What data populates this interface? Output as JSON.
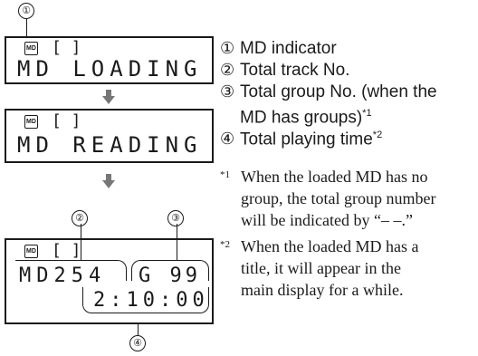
{
  "displays": [
    {
      "main_text": "MD LOADING",
      "indicator": "MD",
      "brackets": "[  ]"
    },
    {
      "main_text": "MD READING",
      "indicator": "MD",
      "brackets": "[  ]"
    },
    {
      "main_text": "MD254",
      "group_text": "G 99",
      "time_text": "2:10:00",
      "indicator": "MD",
      "brackets": "[  ]"
    }
  ],
  "callout_numbers": [
    "①",
    "②",
    "③",
    "④"
  ],
  "legend_items": [
    {
      "num": "①",
      "text": "MD indicator"
    },
    {
      "num": "②",
      "text": "Total track No."
    },
    {
      "num": "③",
      "text": "Total group No. (when the"
    },
    {
      "num": "",
      "text": "MD has groups)"
    },
    {
      "num": "④",
      "text": "Total playing time"
    }
  ],
  "legend_sup": {
    "item3": "*1",
    "item4": "*2"
  },
  "notes": [
    {
      "mark": "*1",
      "lines": [
        "When the loaded MD has no",
        "group, the total group number",
        "will be indicated by “– –.”"
      ]
    },
    {
      "mark": "*2",
      "lines": [
        "When the loaded MD has a",
        "title, it will appear in the",
        "main display for a while."
      ]
    }
  ],
  "icons": {
    "arrow": "down-arrow-icon",
    "indicator": "md-indicator-icon"
  }
}
